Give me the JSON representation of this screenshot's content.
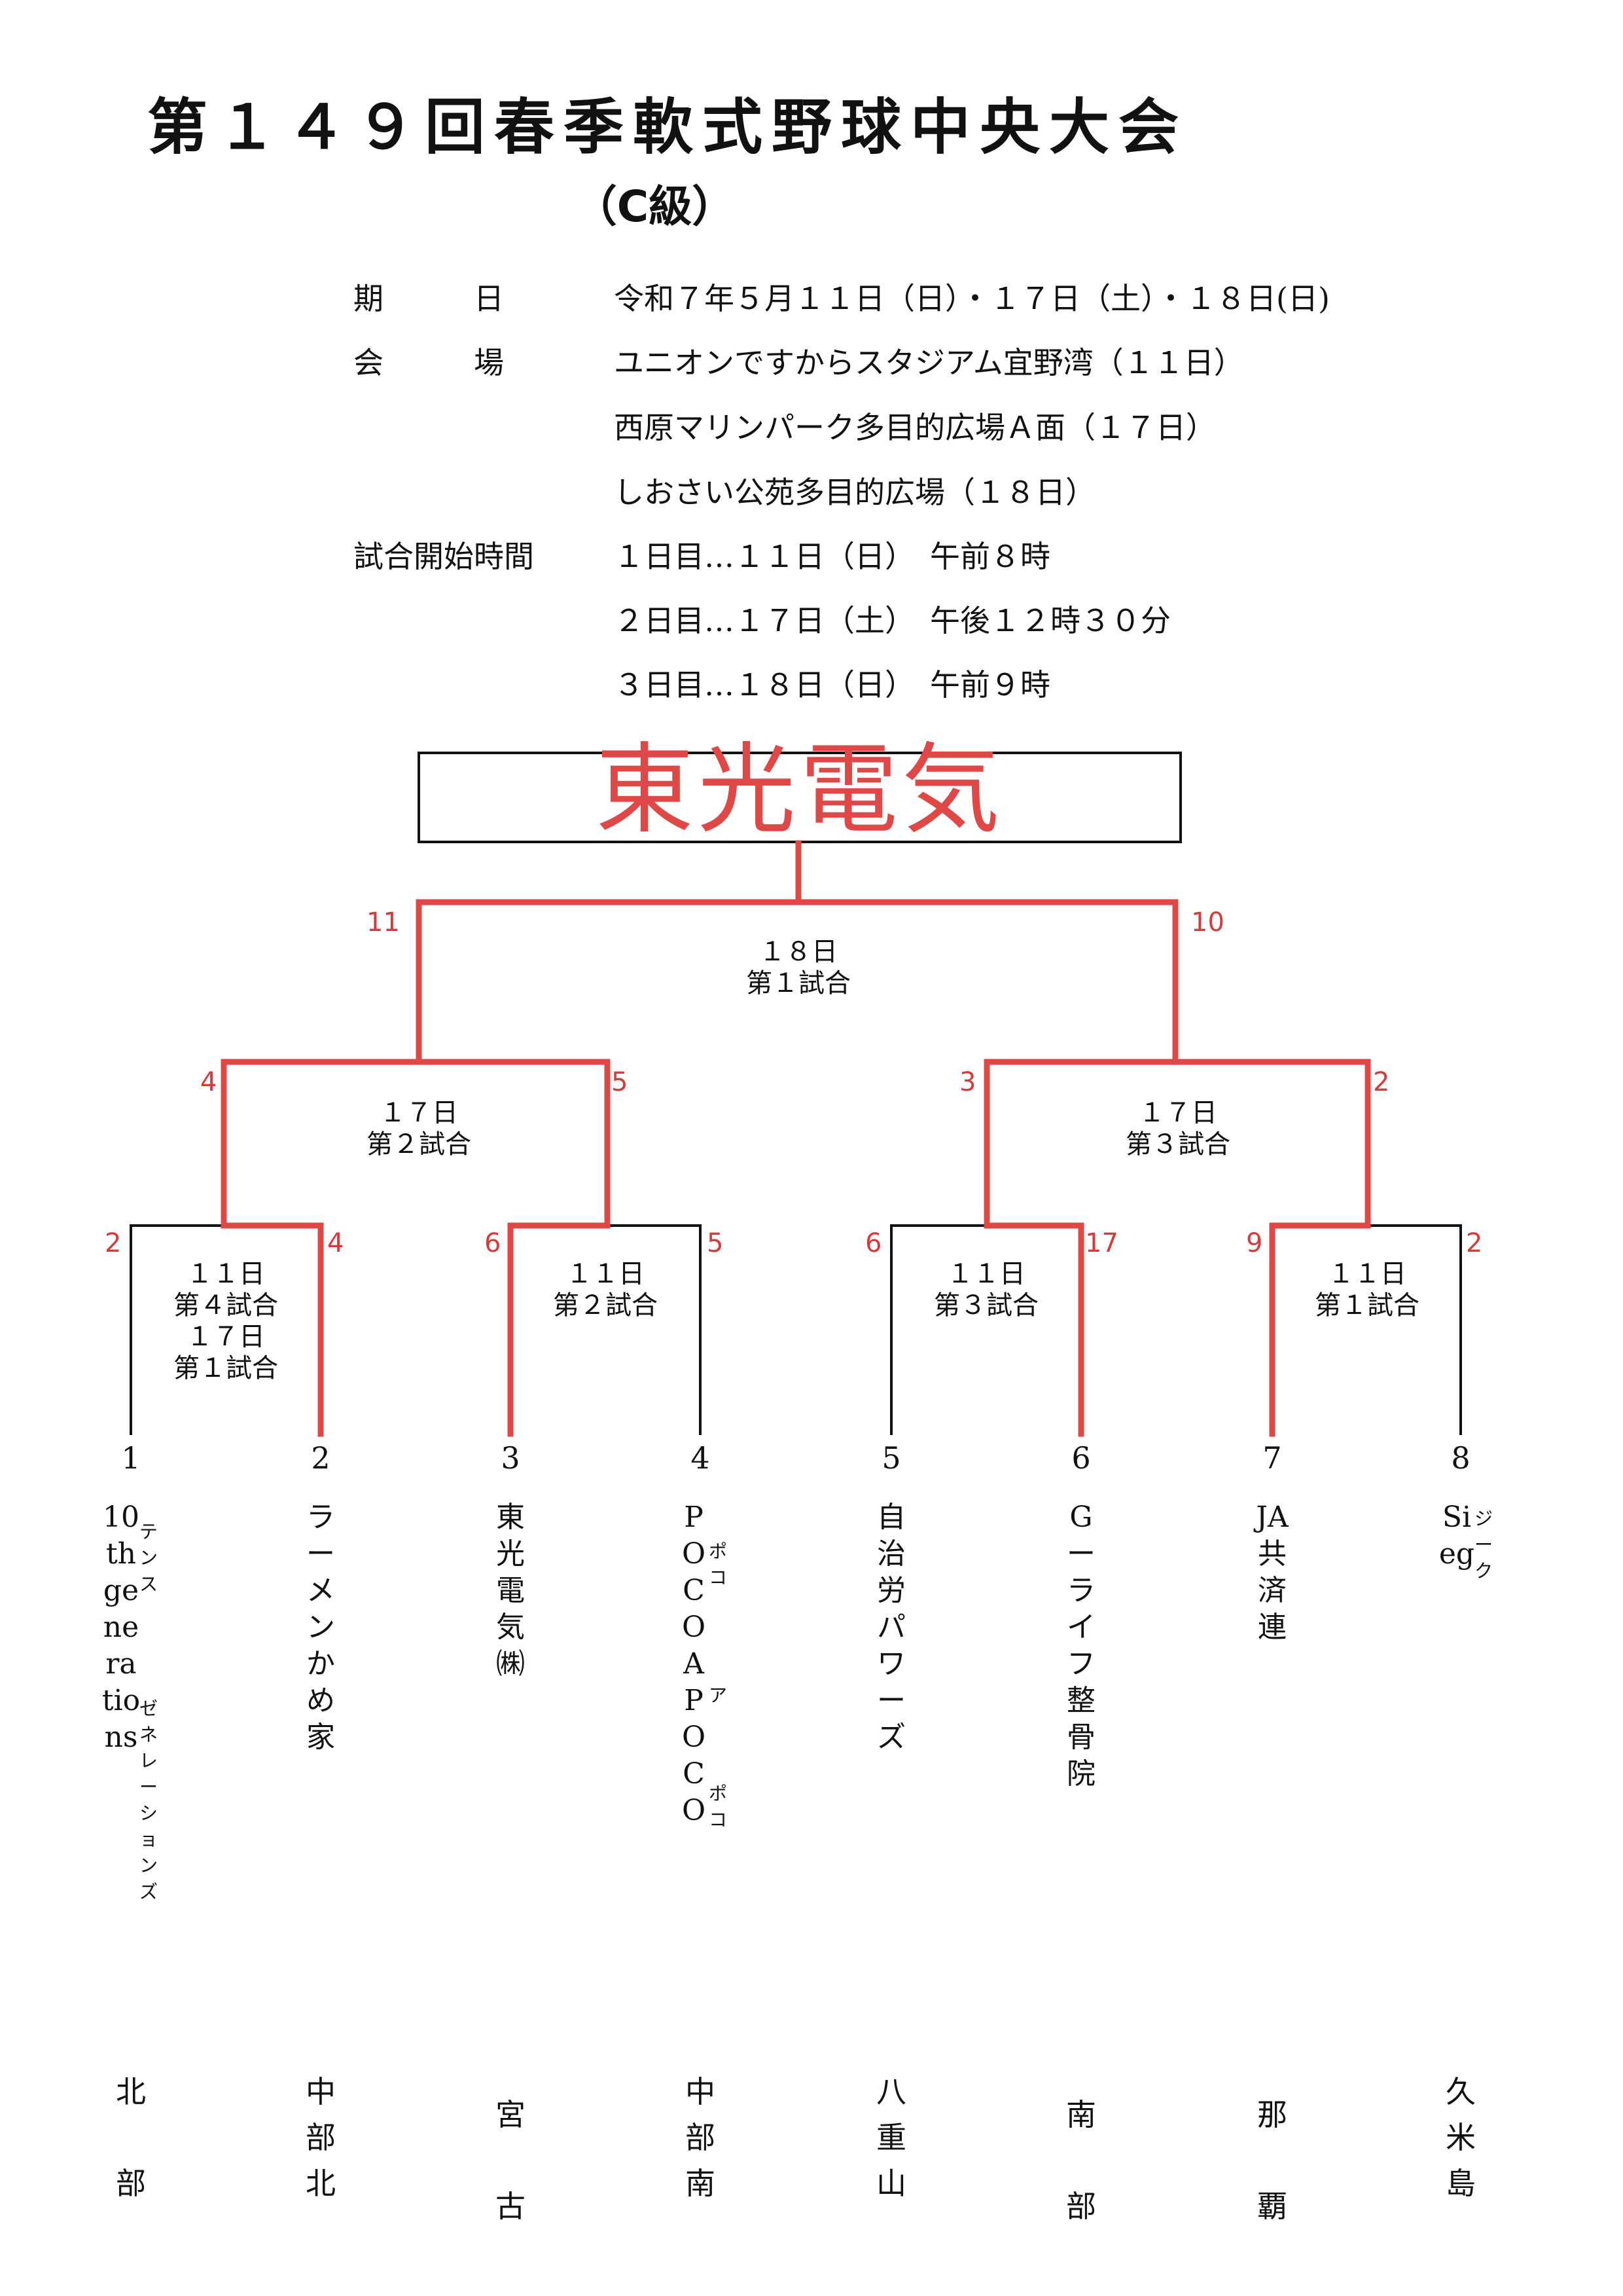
{
  "header": {
    "title": "第１４９回春季軟式野球中央大会",
    "subtitle": "（C級）"
  },
  "info": {
    "date_label": "期　　　日",
    "date_value": "令和７年５月１１日（日）・１７日（土）・１８日(日)",
    "venue_label": "会　　　場",
    "venues": [
      "ユニオンですからスタジアム宜野湾（１１日）",
      "西原マリンパーク多目的広場Ａ面（１７日）",
      "しおさい公苑多目的広場（１８日）"
    ],
    "time_label": "試合開始時間",
    "times": [
      "１日目…１１日（日）　午前８時",
      "２日目…１７日（土）　午後１２時３０分",
      "３日目…１８日（日）　午前９時"
    ]
  },
  "champion": "東光電気",
  "matches": {
    "final": [
      "１８日",
      "第１試合"
    ],
    "semi_left": [
      "１７日",
      "第２試合"
    ],
    "semi_right": [
      "１７日",
      "第３試合"
    ],
    "r1_a": [
      "１１日",
      "第４試合",
      "１７日",
      "第１試合"
    ],
    "r1_b": [
      "１１日",
      "第２試合"
    ],
    "r1_c": [
      "１１日",
      "第３試合"
    ],
    "r1_d": [
      "１１日",
      "第１試合"
    ]
  },
  "scores": {
    "final_left": "11",
    "final_right": "10",
    "semi_left_left": "4",
    "semi_left_right": "5",
    "semi_right_left": "3",
    "semi_right_right": "2",
    "r1_a_left": "2",
    "r1_a_right": "4",
    "r1_b_left": "6",
    "r1_b_right": "5",
    "r1_c_left": "6",
    "r1_c_right": "17",
    "r1_d_left": "9",
    "r1_d_right": "2"
  },
  "teams": [
    {
      "slot": "1",
      "name": "10th generations",
      "ruby": [
        "テンス",
        "ゼネレーションズ"
      ],
      "region": "北部"
    },
    {
      "slot": "2",
      "name": "ラーメン　かめ家",
      "region": "中部北"
    },
    {
      "slot": "3",
      "name": "東光電気㈱",
      "region": "宮古"
    },
    {
      "slot": "4",
      "name": "POCO A POCO",
      "ruby": [
        "ポコ",
        "ア",
        "ポコ"
      ],
      "region": "中部南"
    },
    {
      "slot": "5",
      "name": "自治労パワーズ",
      "region": "八重山"
    },
    {
      "slot": "6",
      "name": "Gーライフ整骨院",
      "region": "南部"
    },
    {
      "slot": "7",
      "name": "JA共済連",
      "region": "那覇"
    },
    {
      "slot": "8",
      "name": "Sieg",
      "ruby": [
        "ジーク"
      ],
      "region": "久米島"
    }
  ],
  "colors": {
    "winner_line": "#e04848",
    "line": "#111111",
    "score": "#d83a3a"
  }
}
